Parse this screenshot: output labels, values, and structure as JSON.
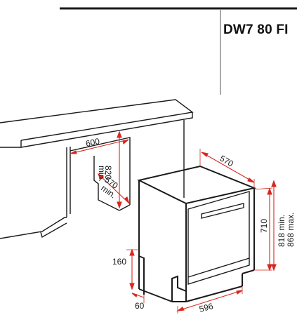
{
  "header": {
    "model": "DW7 80 FI"
  },
  "colors": {
    "line": "#1a1a1a",
    "dimension": "#d7281f",
    "background": "#ffffff"
  },
  "dimensions": {
    "niche_width": "600",
    "niche_height": "820",
    "niche_height_note": "min.",
    "niche_depth": "570",
    "niche_depth_note": "min.",
    "appliance_depth": "570",
    "appliance_width": "596",
    "appliance_height_body": "710",
    "appliance_height_range_min": "818 min.",
    "appliance_height_range_max": "868 max.",
    "plinth_height": "160",
    "plinth_depth": "60"
  }
}
